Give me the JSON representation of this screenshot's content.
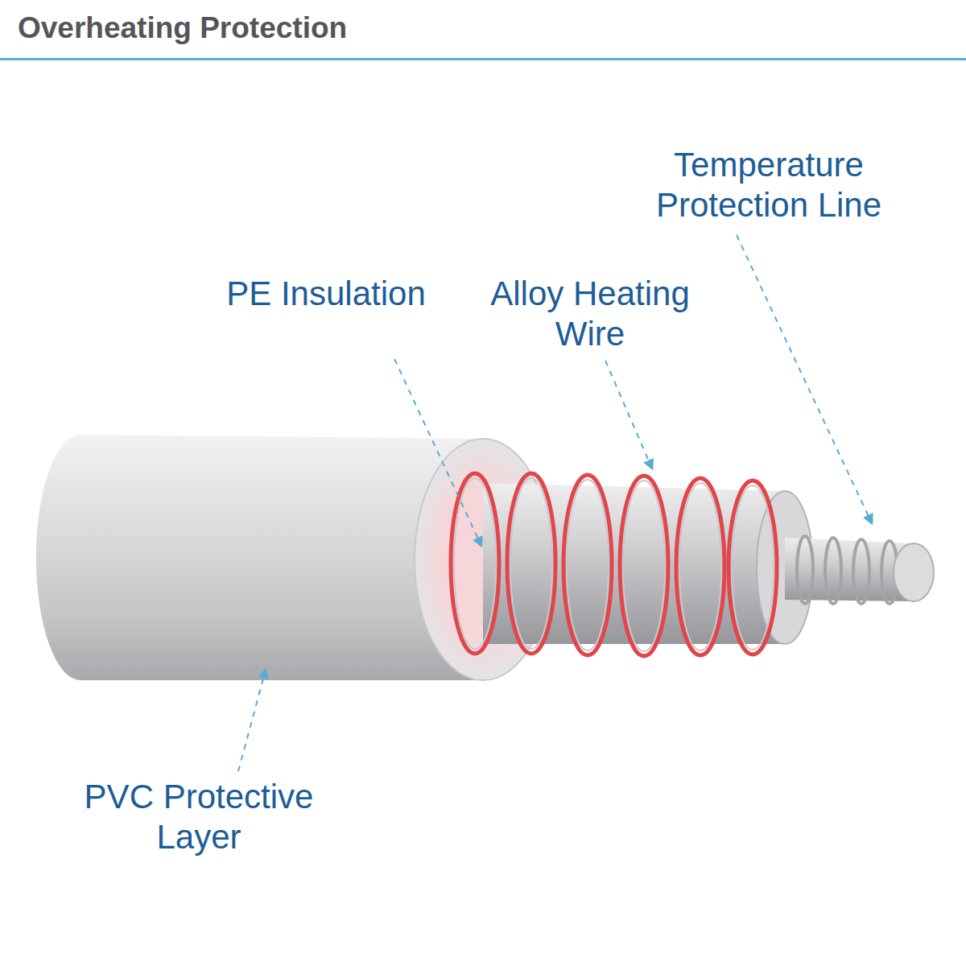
{
  "diagram": {
    "title": "Overheating Protection",
    "labels": [
      "Temperature Protection Line",
      "PE Insulation",
      "Alloy Heating Wire",
      "PVC Protective Layer"
    ]
  }
}
